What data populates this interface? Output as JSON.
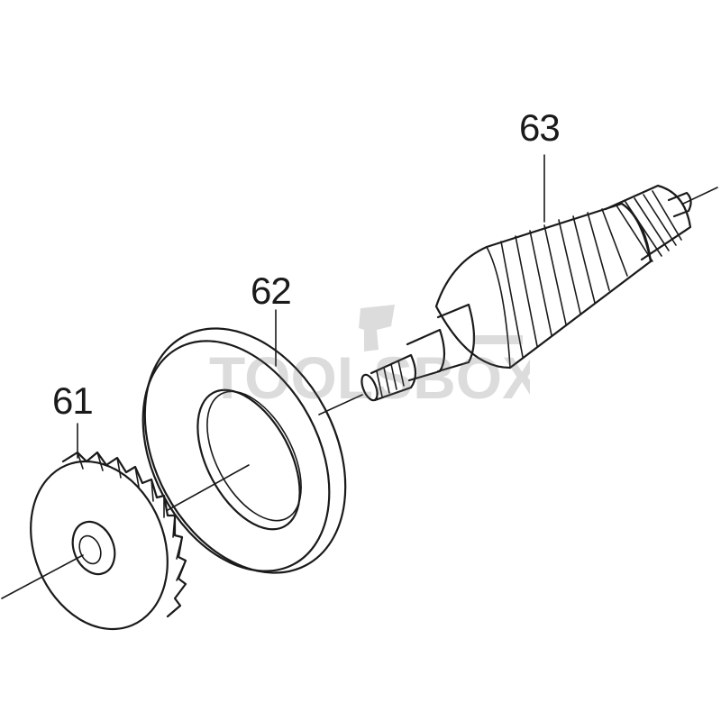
{
  "parts": [
    {
      "number": "61"
    },
    {
      "number": "62"
    },
    {
      "number": "63"
    }
  ],
  "watermark": {
    "text": "TOOLSBOX"
  }
}
